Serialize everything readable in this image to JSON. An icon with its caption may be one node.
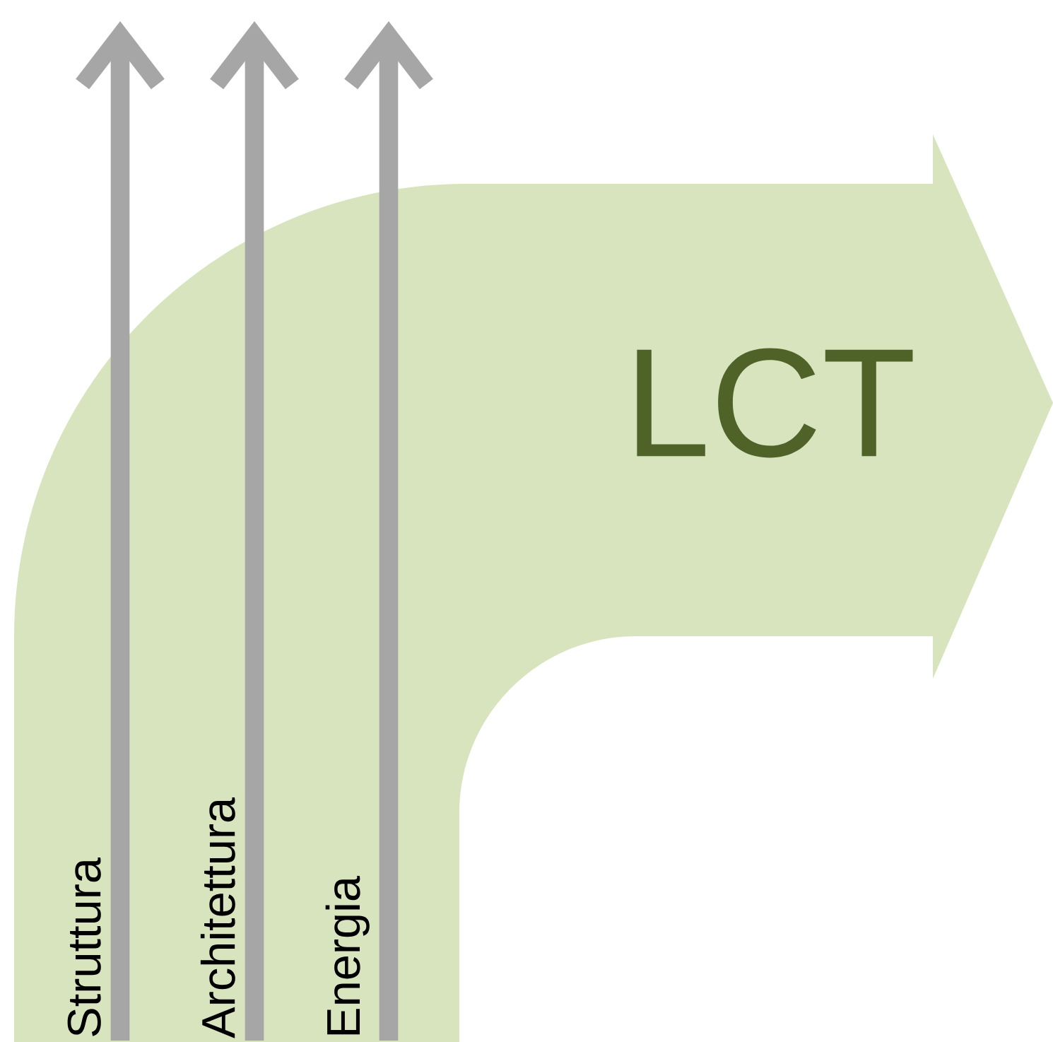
{
  "diagram": {
    "nodes": [
      {
        "text": [
          "LCT"
        ]
      },
      {
        "text": [
          "Struttura"
        ],
        "in": 0
      },
      {
        "text": [
          "Architettura"
        ],
        "in": 0
      },
      {
        "text": [
          "Energia"
        ],
        "in": 0
      }
    ],
    "edges": [
      {
        "from": 1,
        "to": null,
        "arrow": "to"
      },
      {
        "from": 2,
        "to": null,
        "arrow": "to"
      },
      {
        "from": 3,
        "to": null,
        "arrow": "to"
      }
    ]
  }
}
